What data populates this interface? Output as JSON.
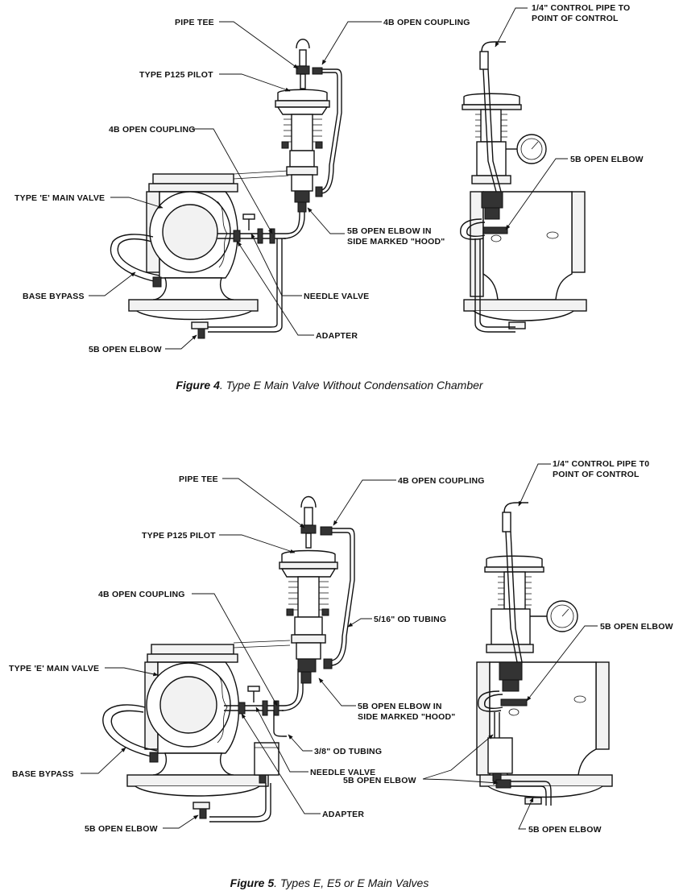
{
  "figure4": {
    "caption_bold": "Figure 4",
    "caption_rest": ". Type E Main Valve Without Condensation Chamber",
    "labels": {
      "pipe_tee": "PIPE TEE",
      "open_coupling_4b_top": "4B OPEN COUPLING",
      "type_p125_pilot": "TYPE P125 PILOT",
      "open_coupling_4b_mid": "4B OPEN COUPLING",
      "type_e_main_valve": "TYPE 'E' MAIN VALVE",
      "open_elbow_hood_line1": "5B OPEN ELBOW IN",
      "open_elbow_hood_line2": "SIDE MARKED \"HOOD\"",
      "base_bypass": "BASE BYPASS",
      "needle_valve": "NEEDLE VALVE",
      "adapter": "ADAPTER",
      "open_elbow_5b_bottom": "5B OPEN ELBOW",
      "control_pipe_line1": "1/4\" CONTROL PIPE TO",
      "control_pipe_line2": "POINT OF CONTROL",
      "open_elbow_5b_side": "5B OPEN ELBOW"
    }
  },
  "figure5": {
    "caption_bold": "Figure 5",
    "caption_rest": ". Types E, E5 or E Main Valves",
    "labels": {
      "pipe_tee": "PIPE TEE",
      "open_coupling_4b_top": "4B OPEN COUPLING",
      "type_p125_pilot": "TYPE P125 PILOT",
      "open_coupling_4b_mid": "4B OPEN COUPLING",
      "od_tubing_5_16": "5/16\" OD TUBING",
      "type_e_main_valve": "TYPE 'E' MAIN VALVE",
      "open_elbow_hood_line1": "5B OPEN ELBOW IN",
      "open_elbow_hood_line2": "SIDE MARKED \"HOOD\"",
      "od_tubing_3_8": "3/8\" OD TUBING",
      "base_bypass": "BASE BYPASS",
      "needle_valve": "NEEDLE VALVE",
      "adapter": "ADAPTER",
      "open_elbow_5b_bottom": "5B OPEN ELBOW",
      "control_pipe_line1": "1/4\" CONTROL PIPE T0",
      "control_pipe_line2": "POINT OF CONTROL",
      "open_elbow_5b_side": "5B OPEN ELBOW",
      "open_elbow_5b_center": "5B OPEN ELBOW",
      "open_elbow_5b_right_bottom": "5B OPEN ELBOW"
    }
  }
}
